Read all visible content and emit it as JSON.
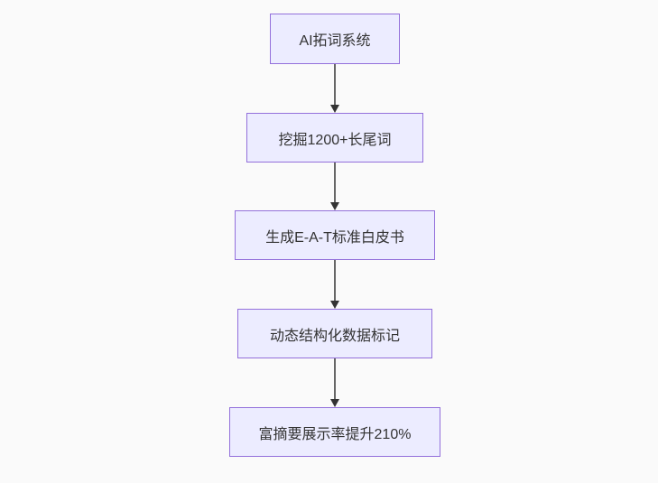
{
  "diagram": {
    "type": "flowchart",
    "direction": "top-down",
    "nodes": [
      {
        "id": "n1",
        "label": "AI拓词系统"
      },
      {
        "id": "n2",
        "label": "挖掘1200+长尾词"
      },
      {
        "id": "n3",
        "label": "生成E-A-T标准白皮书"
      },
      {
        "id": "n4",
        "label": "动态结构化数据标记"
      },
      {
        "id": "n5",
        "label": "富摘要展示率提升210%"
      }
    ],
    "edges": [
      {
        "from": "n1",
        "to": "n2",
        "style": "arrow-down"
      },
      {
        "from": "n2",
        "to": "n3",
        "style": "arrow-down"
      },
      {
        "from": "n3",
        "to": "n4",
        "style": "arrow-down"
      },
      {
        "from": "n4",
        "to": "n5",
        "style": "arrow-down"
      }
    ],
    "colors": {
      "node_fill": "#ececff",
      "node_border": "#9370db",
      "edge_line": "#666666",
      "edge_arrowhead": "#333333",
      "text": "#333333",
      "background": "#fafafa"
    }
  }
}
